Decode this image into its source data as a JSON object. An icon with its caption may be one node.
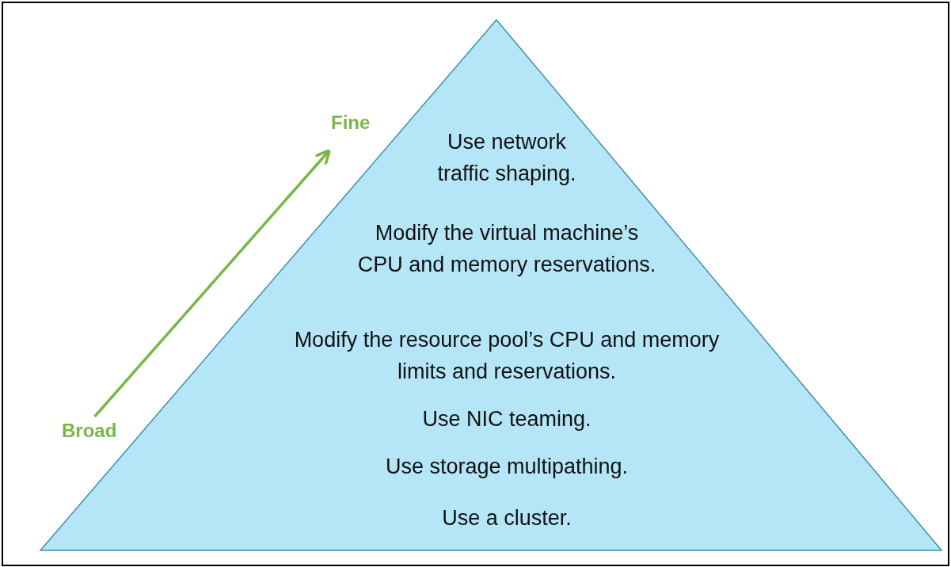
{
  "diagram": {
    "nodes": [
      {
        "text": [
          "Use network traffic shaping.",
          "Modify the virtual machine’s CPU and memory reservations.",
          "Modify the resource pool’s CPU and memory limits and reservations.",
          "Use NIC teaming.",
          "Use storage multipathing.",
          "Use a cluster."
        ]
      },
      {
        "text": [
          "Broad"
        ]
      },
      {
        "text": [
          "Fine"
        ]
      }
    ],
    "edges": [
      {
        "from": 1,
        "to": 2,
        "arrow": "to",
        "color": "#7ab648"
      }
    ]
  }
}
